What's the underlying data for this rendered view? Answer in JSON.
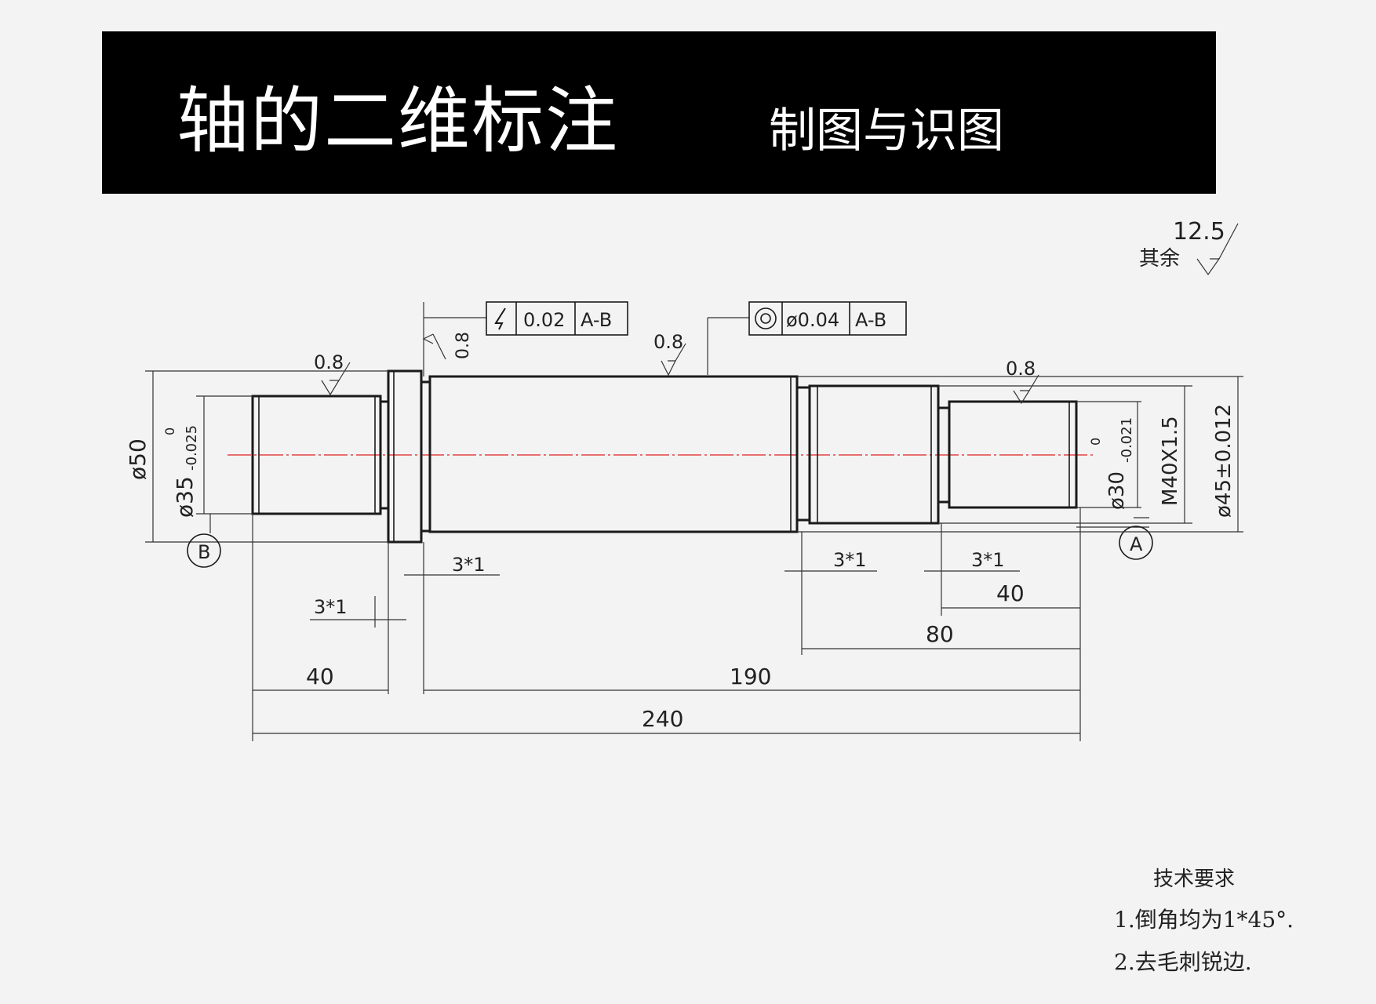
{
  "header": {
    "title": "轴的二维标注",
    "subtitle": "制图与识图"
  },
  "roughness": {
    "other_label": "其余",
    "other_value": "12.5",
    "shaft_left": "0.8",
    "shoulder_face": "0.8",
    "main_body": "0.8",
    "right_seat": "0.8"
  },
  "tolerance_frames": {
    "runout": {
      "symbol": "runout-icon",
      "value": "0.02",
      "datum": "A-B"
    },
    "coaxiality": {
      "symbol": "coaxiality-icon",
      "value": "ø0.04",
      "datum": "A-B"
    }
  },
  "datums": {
    "left": "B",
    "right": "A"
  },
  "diameters": {
    "left_outer": "ø50",
    "left_journal": "ø35",
    "left_journal_tol_upper": "0",
    "left_journal_tol_lower": "-0.025",
    "right_journal": "ø30",
    "right_journal_tol_upper": "0",
    "right_journal_tol_lower": "-0.021",
    "thread": "M40X1.5",
    "right_outer": "ø45±0.012"
  },
  "grooves": {
    "left": "3*1",
    "collar": "3*1",
    "thread_left": "3*1",
    "thread_right": "3*1"
  },
  "lengths": {
    "left_journal": "40",
    "main": "190",
    "total": "240",
    "right_step": "80",
    "right_journal": "40"
  },
  "technical_requirements": {
    "heading": "技术要求",
    "items": [
      "1.倒角均为1*45°.",
      "2.去毛刺锐边."
    ]
  }
}
